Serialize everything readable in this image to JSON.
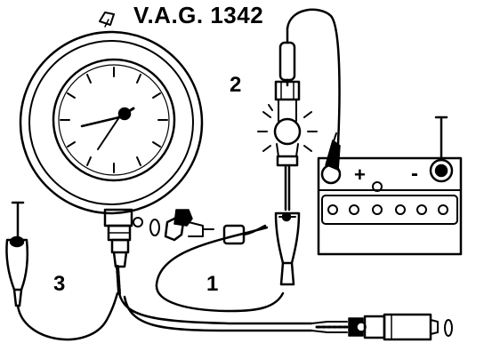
{
  "diagram": {
    "title": "V.A.G. 1342",
    "callouts": [
      "1",
      "2",
      "3"
    ],
    "battery": {
      "plus_sign": "+",
      "minus_sign": "-"
    }
  }
}
